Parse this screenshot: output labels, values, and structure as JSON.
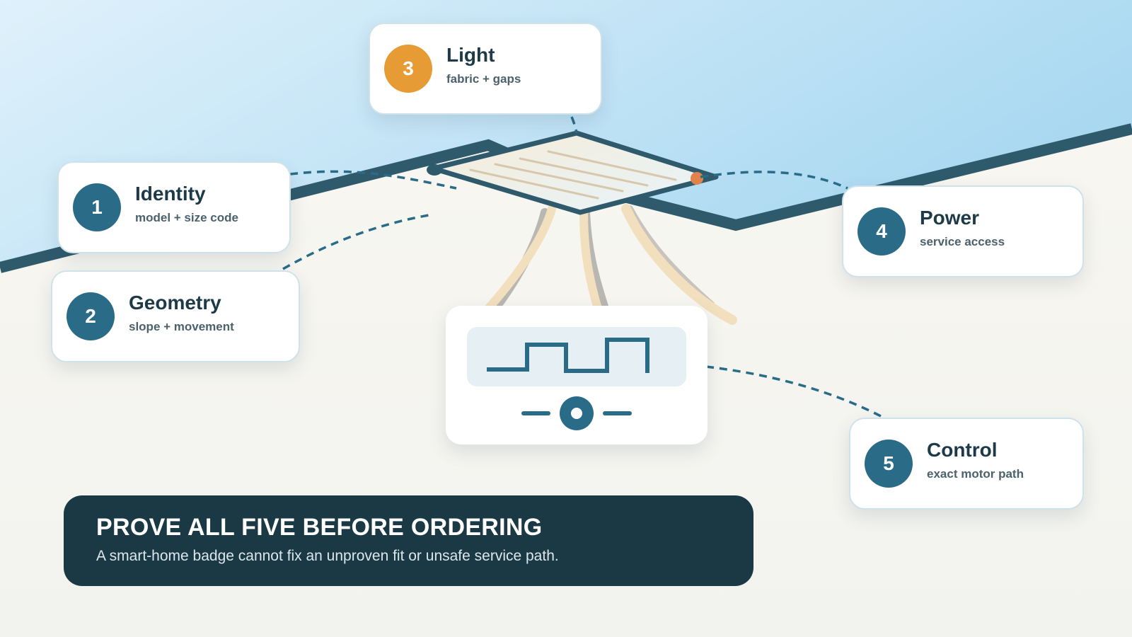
{
  "steps": [
    {
      "number": "1",
      "title": "Identity",
      "subtitle": "model + size code"
    },
    {
      "number": "2",
      "title": "Geometry",
      "subtitle": "slope + movement"
    },
    {
      "number": "3",
      "title": "Light",
      "subtitle": "fabric + gaps"
    },
    {
      "number": "4",
      "title": "Power",
      "subtitle": "service access"
    },
    {
      "number": "5",
      "title": "Control",
      "subtitle": "exact motor path"
    }
  ],
  "callout": {
    "headline": "PROVE ALL FIVE BEFORE ORDERING",
    "body": "A smart-home badge cannot fix an unproven fit or unsafe service path."
  },
  "colors": {
    "primary": "#2a6c88",
    "accent": "#e69b35",
    "dark": "#1b3845",
    "sky": "#b9e0f4"
  },
  "icons": [
    "skylight-window-icon",
    "wiring-cables-icon",
    "wall-controller-icon",
    "square-wave-icon",
    "dial-knob-icon"
  ]
}
